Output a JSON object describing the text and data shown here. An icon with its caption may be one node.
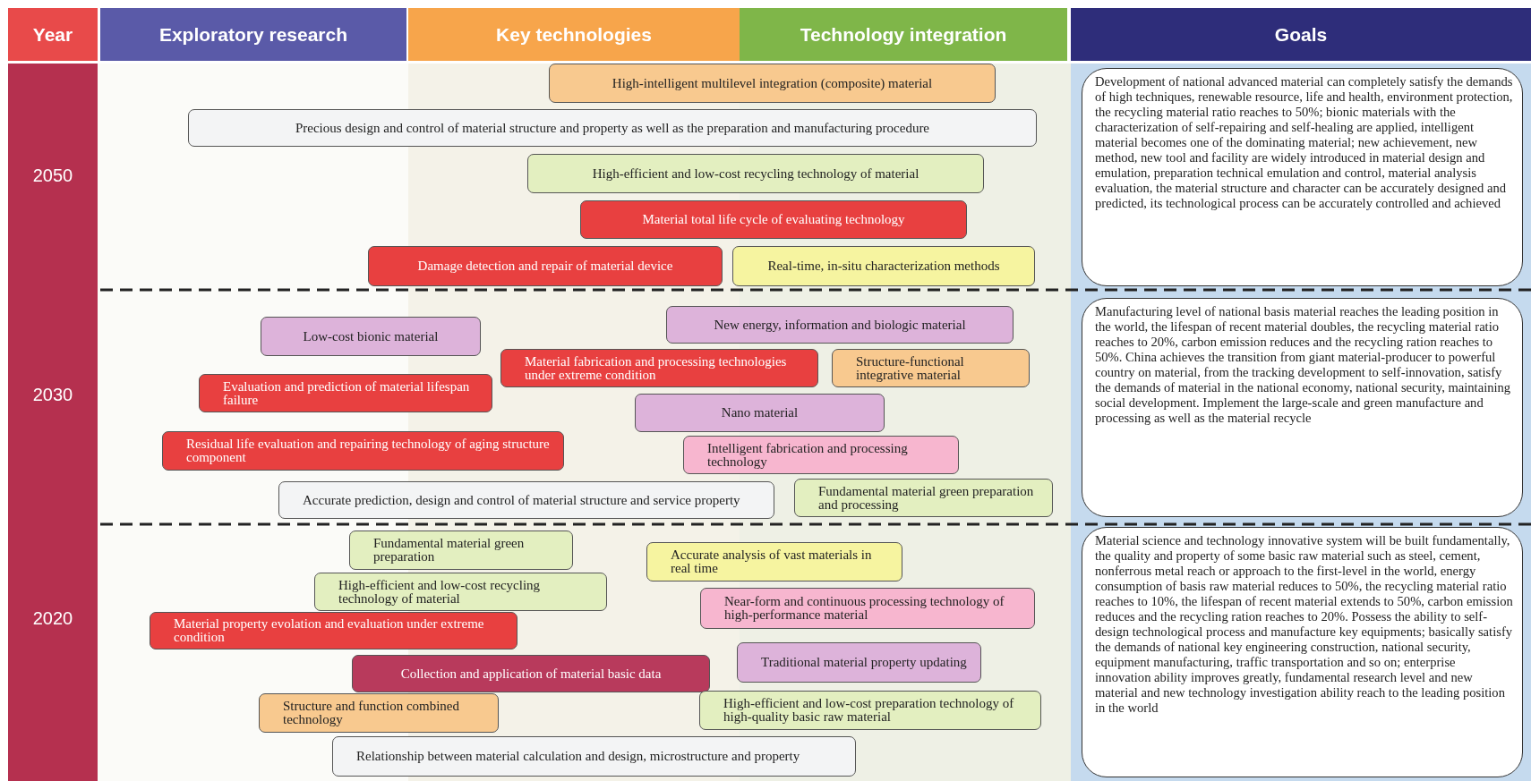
{
  "diagram": {
    "nodes": [
      {
        "text": [
          "Year"
        ]
      },
      {
        "text": [
          "Exploratory research"
        ]
      },
      {
        "text": [
          "Key technologies"
        ]
      },
      {
        "text": [
          "Technology integration"
        ]
      },
      {
        "text": [
          "Goals"
        ]
      },
      {
        "text": [
          "High-intelligent multilevel integration (composite) material"
        ]
      },
      {
        "text": [
          "Precious design and control of material structure and property as well as the preparation and manufacturing procedure"
        ]
      },
      {
        "text": [
          "High-efficient and low-cost recycling technology of material"
        ]
      },
      {
        "text": [
          "Material total life cycle of evaluating technology"
        ]
      },
      {
        "text": [
          "Damage detection and repair of material device"
        ]
      },
      {
        "text": [
          "Real-time, in-situ characterization methods"
        ]
      },
      {
        "text": [
          "Development of national advanced material can completely satisfy the demands of high techniques, renewable resource, life and health, environment protection, the recycling material ratio reaches to 50%; bionic materials with the characterization of self-repairing and self-healing are applied, intelligent material becomes one of the dominating material; new achievement, new method, new tool and facility are widely introduced in material design and emulation, preparation technical emulation and control, material analysis evaluation, the material structure and character can be accurately designed and predicted, its technological process can be accurately controlled and achieved"
        ]
      },
      {
        "text": [
          "Low-cost bionic material"
        ]
      },
      {
        "text": [
          "New energy, information and biologic material"
        ]
      },
      {
        "text": [
          "Material fabrication and processing technologies under extreme condition"
        ]
      },
      {
        "text": [
          "Structure-functional integrative material"
        ]
      },
      {
        "text": [
          "Evaluation and prediction of material lifespan failure"
        ]
      },
      {
        "text": [
          "Nano material"
        ]
      },
      {
        "text": [
          "Residual life evaluation and repairing technology of aging structure component"
        ]
      },
      {
        "text": [
          "Intelligent fabrication and processing technology"
        ]
      },
      {
        "text": [
          "Accurate prediction, design and control of material structure and service property"
        ]
      },
      {
        "text": [
          "Fundamental material green preparation and processing"
        ]
      },
      {
        "text": [
          "Manufacturing level of national basis material reaches the leading position in the world, the lifespan of recent material doubles, the recycling material ratio reaches to 20%, carbon emission reduces and the recycling ration reaches to 50%. China achieves the transition from giant material-producer to powerful country on material, from the tracking development to self-innovation, satisfy the demands of material in the national economy, national security, maintaining social development. Implement the large-scale and green manufacture and processing as well as the material recycle"
        ]
      },
      {
        "text": [
          "Fundamental material green preparation"
        ]
      },
      {
        "text": [
          "Accurate analysis of vast materials in real time"
        ]
      },
      {
        "text": [
          "High-efficient and low-cost recycling technology of material"
        ]
      },
      {
        "text": [
          "Near-form and continuous processing technology of high-performance material"
        ]
      },
      {
        "text": [
          "Material property evolation and evaluation under extreme condition"
        ]
      },
      {
        "text": [
          "Traditional material property updating"
        ]
      },
      {
        "text": [
          "Collection and application of material basic data"
        ]
      },
      {
        "text": [
          "Structure and function combined technology"
        ]
      },
      {
        "text": [
          "High-efficient and low-cost preparation technology of high-quality basic raw material"
        ]
      },
      {
        "text": [
          "Relationship between material calculation and design, microstructure and property"
        ]
      },
      {
        "text": [
          "Material science and technology innovative system will be built fundamentally, the quality and property of some basic raw material such as steel, cement, nonferrous metal reach or approach to the first-level in the world, energy consumption of basis raw material reduces to 50%, the recycling material ratio reaches to 10%, the lifespan of recent material extends to 50%, carbon emission reduces and the recycling ration reaches to 20%. Possess the ability to self-design technological process and manufacture key equipments; basically satisfy the demands of national key engineering construction, national security, equipment manufacturing, traffic transportation and so on; enterprise innovation ability improves greatly, fundamental research level and new material and new technology investigation ability reach to the leading position in the world"
        ]
      }
    ],
    "labels": [
      "2050",
      "2030",
      "2020"
    ]
  }
}
